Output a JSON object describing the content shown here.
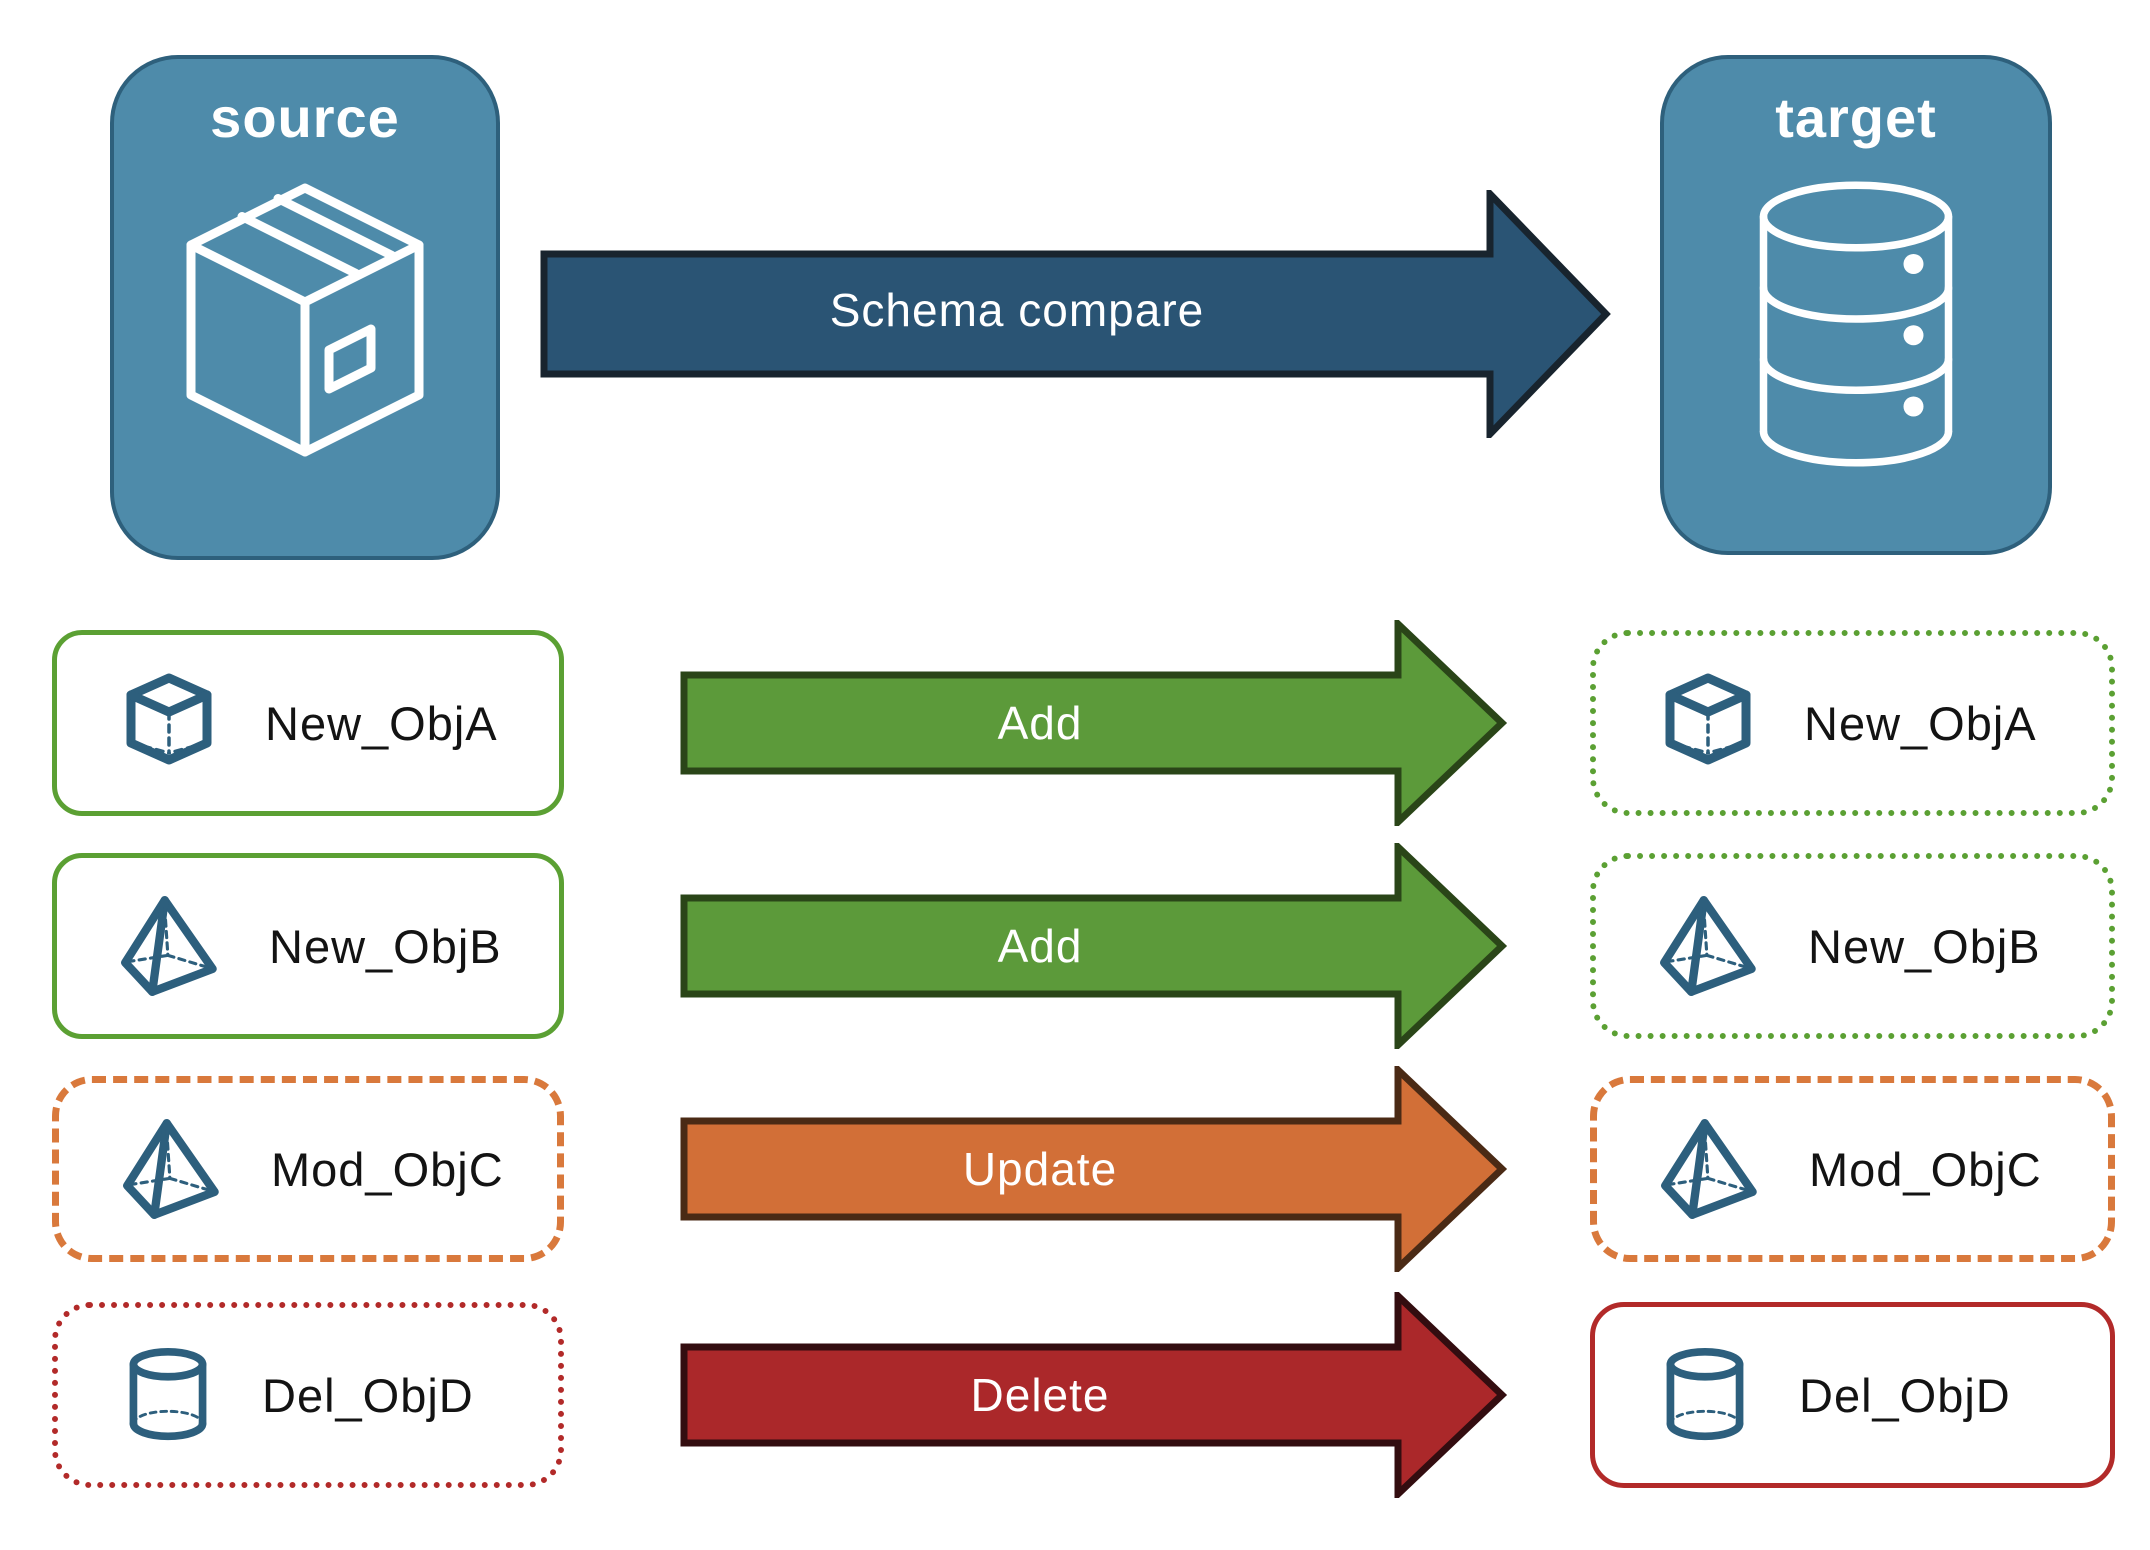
{
  "nodes": {
    "source": {
      "label": "source"
    },
    "target": {
      "label": "target"
    }
  },
  "flow_arrow": {
    "label": "Schema compare"
  },
  "rows": [
    {
      "name": "New_ObjA",
      "action": "Add",
      "object_icon": "cube",
      "source_border": "solid-green",
      "target_border": "dotted-green"
    },
    {
      "name": "New_ObjB",
      "action": "Add",
      "object_icon": "pyramid",
      "source_border": "solid-green",
      "target_border": "dotted-green"
    },
    {
      "name": "Mod_ObjC",
      "action": "Update",
      "object_icon": "pyramid",
      "source_border": "dashed-orange",
      "target_border": "dashed-orange"
    },
    {
      "name": "Del_ObjD",
      "action": "Delete",
      "object_icon": "cylinder",
      "source_border": "dotted-red",
      "target_border": "solid-red"
    }
  ],
  "colors": {
    "node_fill": "#4e8baa",
    "node_border": "#2e607c",
    "node_text": "#ffffff",
    "compare_arrow_fill": "#2a5474",
    "compare_arrow_border": "#18242e",
    "add_arrow_fill": "#5c9a3a",
    "add_arrow_border": "#2a4518",
    "update_arrow_fill": "#d26f37",
    "update_arrow_border": "#4a2a15",
    "delete_arrow_fill": "#ab282a",
    "delete_arrow_border": "#330d10",
    "new_object_border": "#5ba033",
    "modified_object_border": "#d9793c",
    "deleted_object_border": "#b22a29",
    "object_icon_stroke": "#2d5f7d",
    "object_label_text": "#131313",
    "arrow_text": "#ffffff"
  }
}
